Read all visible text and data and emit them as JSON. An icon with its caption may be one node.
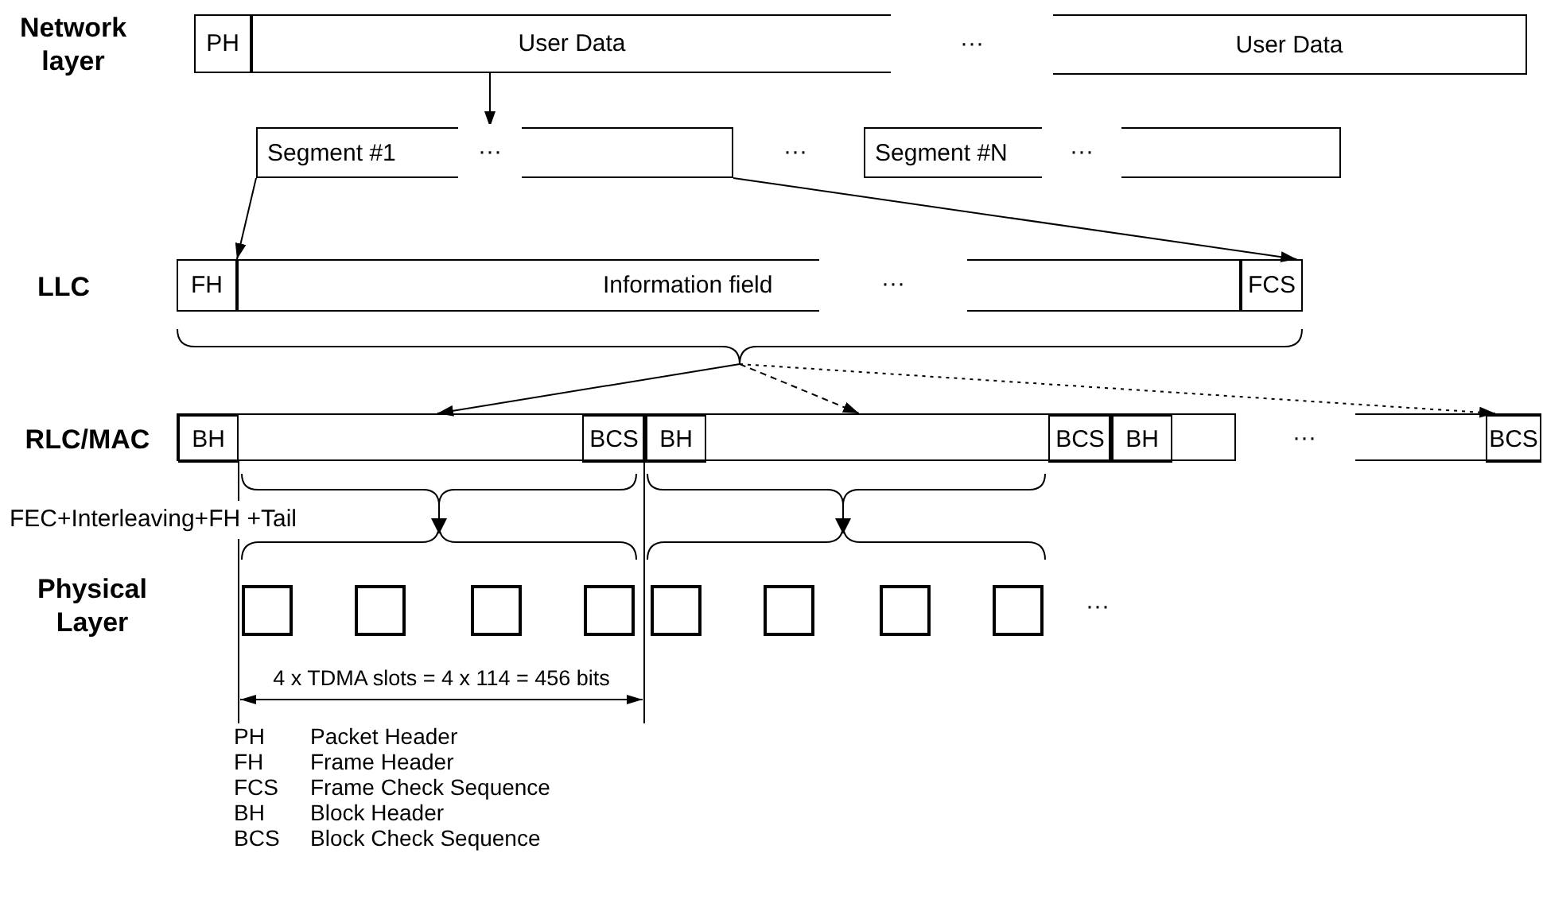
{
  "diagram": {
    "nodes": [
      {
        "text": [
          "PH"
        ]
      },
      {
        "text": [
          "User Data"
        ]
      },
      {
        "text": [
          "User Data"
        ]
      },
      {
        "text": [
          "Segment #1"
        ]
      },
      {
        "text": [
          "Segment #N"
        ]
      },
      {
        "text": [
          "FH"
        ]
      },
      {
        "text": [
          "Information field"
        ]
      },
      {
        "text": [
          "FCS"
        ]
      },
      {
        "text": [],
        "shape": "box"
      },
      {
        "text": [
          "BH"
        ],
        "in": 8
      },
      {
        "text": [
          "BCS"
        ],
        "in": 8
      },
      {
        "text": [],
        "shape": "box"
      },
      {
        "text": [
          "BH"
        ],
        "in": 11
      },
      {
        "text": [
          "BCS"
        ],
        "in": 11
      },
      {
        "text": [],
        "shape": "box"
      },
      {
        "text": [
          "BH"
        ],
        "in": 14
      },
      {
        "text": [],
        "shape": "box"
      },
      {
        "text": [
          "BCS"
        ],
        "in": 16
      },
      {
        "text": [],
        "shape": "box"
      },
      {
        "text": [],
        "shape": "box"
      },
      {
        "text": [],
        "shape": "box"
      },
      {
        "text": [],
        "shape": "box"
      },
      {
        "text": [],
        "shape": "box"
      },
      {
        "text": [],
        "shape": "box"
      },
      {
        "text": [],
        "shape": "box"
      },
      {
        "text": [],
        "shape": "box"
      },
      {
        "text": [],
        "shape": "brace"
      }
    ],
    "edges": [
      {
        "from": 1,
        "to": 3,
        "arrow": "to"
      },
      {
        "from": 3,
        "to": 5,
        "arrow": "to"
      },
      {
        "from": 3,
        "to": 7,
        "arrow": "to"
      },
      {
        "from": 26,
        "to": 8,
        "arrow": "to"
      },
      {
        "from": 26,
        "to": 11,
        "arrow": "to",
        "style": "dashed"
      },
      {
        "from": 26,
        "to": 16,
        "arrow": "to",
        "style": "dashed"
      }
    ],
    "labels": [
      "Network layer",
      "···",
      "···",
      "···",
      "···",
      "LLC",
      "···",
      "RLC/MAC",
      "···",
      "FEC+Interleaving+FH +Tail",
      "Physical Layer",
      "···",
      "4 x TDMA slots = 4 x 114 = 456 bits",
      "PH",
      "Packet Header",
      "FH",
      "Frame Header",
      "FCS",
      "Frame Check Sequence",
      "BH",
      "Block Header",
      "BCS",
      "Block Check Sequence"
    ]
  }
}
